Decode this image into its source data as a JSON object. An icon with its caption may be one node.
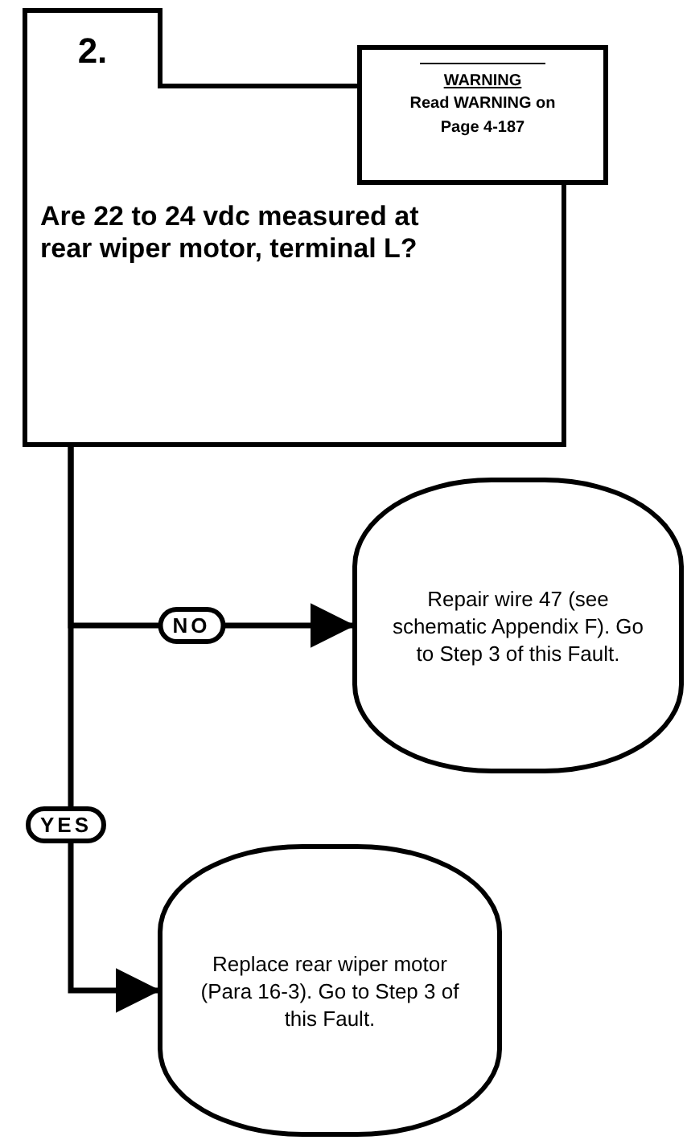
{
  "diagram": {
    "nodes": [
      {
        "text": [
          "2.",
          "Are 22 to 24 vdc measured at rear wiper motor, terminal L?"
        ]
      },
      {
        "text": [
          "WARNING",
          "Read WARNING on Page 4-187"
        ]
      },
      {
        "text": [
          "Repair wire 47 (see schematic Appendix F).  Go to Step 3 of this Fault."
        ]
      },
      {
        "text": [
          "Replace rear wiper motor (Para 16-3). Go to Step 3 of this Fault."
        ]
      }
    ],
    "edges": [
      {
        "from": 0,
        "to": 2,
        "arrow": "to",
        "label": "NO"
      },
      {
        "from": 0,
        "to": 3,
        "arrow": "to",
        "label": "YES"
      }
    ]
  }
}
